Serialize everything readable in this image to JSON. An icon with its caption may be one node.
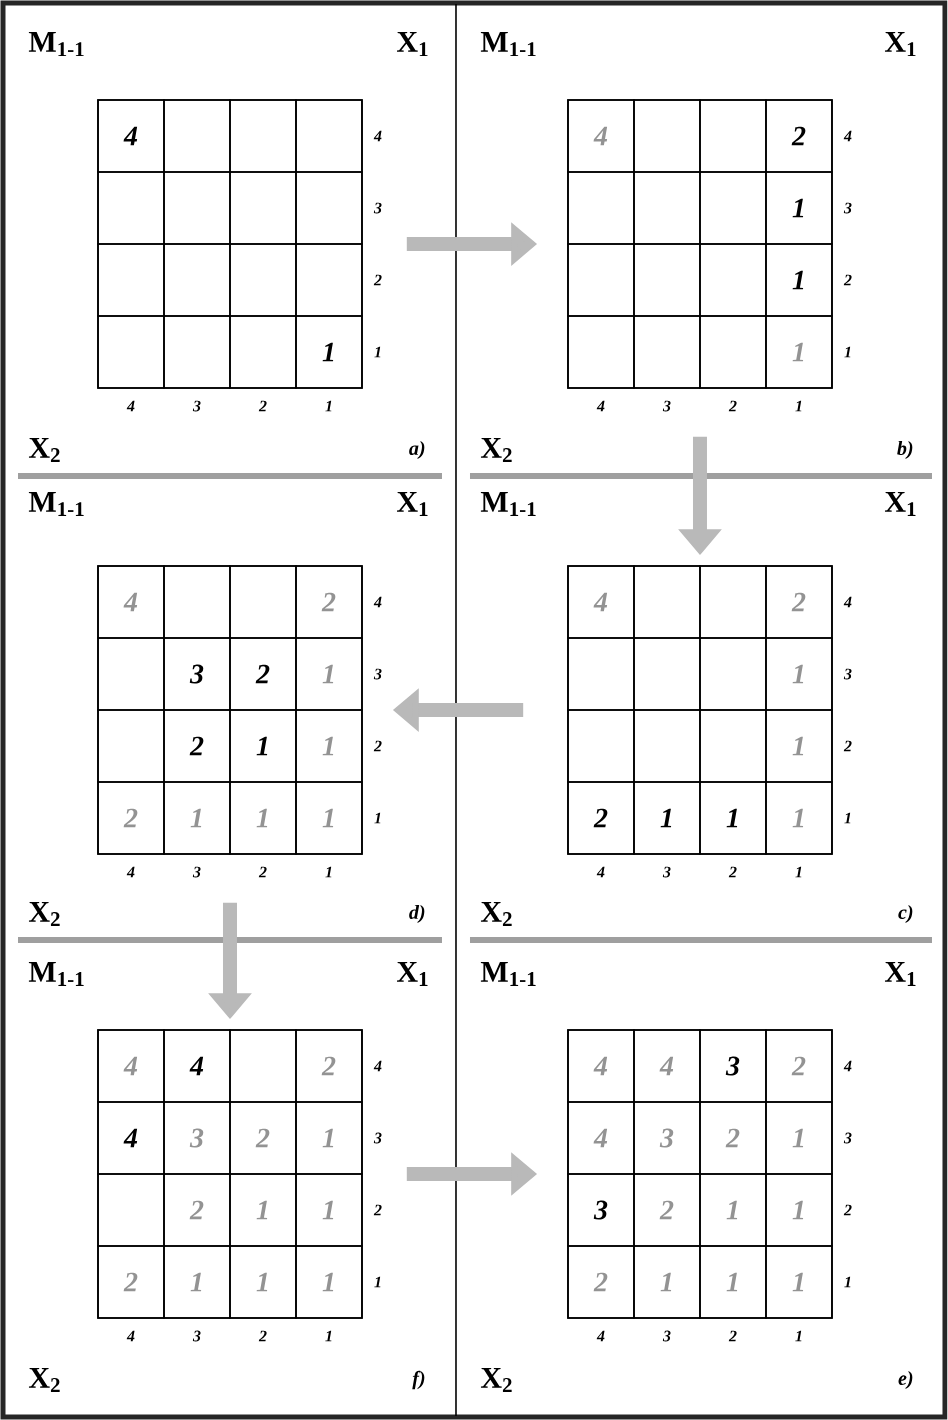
{
  "diagram": {
    "nodes": [
      {
        "text": [
          "M$_{1-1}$",
          "X$_{1}$",
          "X$_{2}$",
          "a)"
        ]
      },
      {
        "text": [],
        "shape": "box",
        "in": 0,
        "beside": [
          "4",
          "3",
          "2",
          "1",
          "4",
          "3",
          "2",
          "1"
        ]
      },
      {
        "text": [
          "4"
        ],
        "in": 1
      },
      {
        "text": [],
        "shape": "box",
        "in": 1
      },
      {
        "text": [],
        "shape": "box",
        "in": 1
      },
      {
        "text": [],
        "shape": "box",
        "in": 1
      },
      {
        "text": [],
        "shape": "box",
        "in": 1
      },
      {
        "text": [],
        "shape": "box",
        "in": 1
      },
      {
        "text": [],
        "shape": "box",
        "in": 1
      },
      {
        "text": [],
        "shape": "box",
        "in": 1
      },
      {
        "text": [],
        "shape": "box",
        "in": 1
      },
      {
        "text": [],
        "shape": "box",
        "in": 1
      },
      {
        "text": [],
        "shape": "box",
        "in": 1
      },
      {
        "text": [],
        "shape": "box",
        "in": 1
      },
      {
        "text": [],
        "shape": "box",
        "in": 1
      },
      {
        "text": [],
        "shape": "box",
        "in": 1
      },
      {
        "text": [],
        "shape": "box",
        "in": 1
      },
      {
        "text": [
          "1"
        ],
        "in": 1
      },
      {
        "text": [
          "M$_{1-1}$",
          "X$_{1}$",
          "X$_{2}$",
          "b)"
        ]
      },
      {
        "text": [],
        "shape": "box",
        "in": 18,
        "beside": [
          "4",
          "3",
          "2",
          "1",
          "4",
          "3",
          "2",
          "1"
        ]
      },
      {
        "text": [
          "4"
        ],
        "in": 19
      },
      {
        "text": [],
        "shape": "box",
        "in": 19
      },
      {
        "text": [],
        "shape": "box",
        "in": 19
      },
      {
        "text": [
          "2"
        ],
        "in": 19
      },
      {
        "text": [],
        "shape": "box",
        "in": 19
      },
      {
        "text": [],
        "shape": "box",
        "in": 19
      },
      {
        "text": [],
        "shape": "box",
        "in": 19
      },
      {
        "text": [
          "1"
        ],
        "in": 19
      },
      {
        "text": [],
        "shape": "box",
        "in": 19
      },
      {
        "text": [],
        "shape": "box",
        "in": 19
      },
      {
        "text": [],
        "shape": "box",
        "in": 19
      },
      {
        "text": [
          "1"
        ],
        "in": 19
      },
      {
        "text": [],
        "shape": "box",
        "in": 19
      },
      {
        "text": [],
        "shape": "box",
        "in": 19
      },
      {
        "text": [],
        "shape": "box",
        "in": 19
      },
      {
        "text": [
          "1"
        ],
        "in": 19
      },
      {
        "text": [
          "M$_{1-1}$",
          "X$_{1}$",
          "X$_{2}$",
          "d)"
        ]
      },
      {
        "text": [],
        "shape": "box",
        "in": 36,
        "beside": [
          "4",
          "3",
          "2",
          "1",
          "4",
          "3",
          "2",
          "1"
        ]
      },
      {
        "text": [
          "4"
        ],
        "in": 37
      },
      {
        "text": [],
        "shape": "box",
        "in": 37
      },
      {
        "text": [],
        "shape": "box",
        "in": 37
      },
      {
        "text": [
          "2"
        ],
        "in": 37
      },
      {
        "text": [],
        "shape": "box",
        "in": 37
      },
      {
        "text": [
          "3"
        ],
        "in": 37
      },
      {
        "text": [
          "2"
        ],
        "in": 37
      },
      {
        "text": [
          "1"
        ],
        "in": 37
      },
      {
        "text": [],
        "shape": "box",
        "in": 37
      },
      {
        "text": [
          "2"
        ],
        "in": 37
      },
      {
        "text": [
          "1"
        ],
        "in": 37
      },
      {
        "text": [
          "1"
        ],
        "in": 37
      },
      {
        "text": [
          "2"
        ],
        "in": 37
      },
      {
        "text": [
          "1"
        ],
        "in": 37
      },
      {
        "text": [
          "1"
        ],
        "in": 37
      },
      {
        "text": [
          "1"
        ],
        "in": 37
      },
      {
        "text": [
          "M$_{1-1}$",
          "X$_{1}$",
          "X$_{2}$",
          "c)"
        ]
      },
      {
        "text": [],
        "shape": "box",
        "in": 54,
        "beside": [
          "4",
          "3",
          "2",
          "1",
          "4",
          "3",
          "2",
          "1"
        ]
      },
      {
        "text": [
          "4"
        ],
        "in": 55
      },
      {
        "text": [],
        "shape": "box",
        "in": 55
      },
      {
        "text": [],
        "shape": "box",
        "in": 55
      },
      {
        "text": [
          "2"
        ],
        "in": 55
      },
      {
        "text": [],
        "shape": "box",
        "in": 55
      },
      {
        "text": [],
        "shape": "box",
        "in": 55
      },
      {
        "text": [],
        "shape": "box",
        "in": 55
      },
      {
        "text": [
          "1"
        ],
        "in": 55
      },
      {
        "text": [],
        "shape": "box",
        "in": 55
      },
      {
        "text": [],
        "shape": "box",
        "in": 55
      },
      {
        "text": [],
        "shape": "box",
        "in": 55
      },
      {
        "text": [
          "1"
        ],
        "in": 55
      },
      {
        "text": [
          "2"
        ],
        "in": 55
      },
      {
        "text": [
          "1"
        ],
        "in": 55
      },
      {
        "text": [
          "1"
        ],
        "in": 55
      },
      {
        "text": [
          "1"
        ],
        "in": 55
      },
      {
        "text": [
          "M$_{1-1}$",
          "X$_{1}$",
          "X$_{2}$",
          "f)"
        ]
      },
      {
        "text": [],
        "shape": "box",
        "in": 72,
        "beside": [
          "4",
          "3",
          "2",
          "1",
          "4",
          "3",
          "2",
          "1"
        ]
      },
      {
        "text": [
          "4"
        ],
        "in": 73
      },
      {
        "text": [
          "4"
        ],
        "in": 73
      },
      {
        "text": [],
        "shape": "box",
        "in": 73
      },
      {
        "text": [
          "2"
        ],
        "in": 73
      },
      {
        "text": [
          "4"
        ],
        "in": 73
      },
      {
        "text": [
          "3"
        ],
        "in": 73
      },
      {
        "text": [
          "2"
        ],
        "in": 73
      },
      {
        "text": [
          "1"
        ],
        "in": 73
      },
      {
        "text": [],
        "shape": "box",
        "in": 73
      },
      {
        "text": [
          "2"
        ],
        "in": 73
      },
      {
        "text": [
          "1"
        ],
        "in": 73
      },
      {
        "text": [
          "1"
        ],
        "in": 73
      },
      {
        "text": [
          "2"
        ],
        "in": 73
      },
      {
        "text": [
          "1"
        ],
        "in": 73
      },
      {
        "text": [
          "1"
        ],
        "in": 73
      },
      {
        "text": [
          "1"
        ],
        "in": 73
      },
      {
        "text": [
          "M$_{1-1}$",
          "X$_{1}$",
          "X$_{2}$",
          "e)"
        ]
      },
      {
        "text": [],
        "shape": "box",
        "in": 90,
        "beside": [
          "4",
          "3",
          "2",
          "1",
          "4",
          "3",
          "2",
          "1"
        ]
      },
      {
        "text": [
          "4"
        ],
        "in": 91
      },
      {
        "text": [
          "4"
        ],
        "in": 91
      },
      {
        "text": [
          "3"
        ],
        "in": 91
      },
      {
        "text": [
          "2"
        ],
        "in": 91
      },
      {
        "text": [
          "4"
        ],
        "in": 91
      },
      {
        "text": [
          "3"
        ],
        "in": 91
      },
      {
        "text": [
          "2"
        ],
        "in": 91
      },
      {
        "text": [
          "1"
        ],
        "in": 91
      },
      {
        "text": [
          "3"
        ],
        "in": 91
      },
      {
        "text": [
          "2"
        ],
        "in": 91
      },
      {
        "text": [
          "1"
        ],
        "in": 91
      },
      {
        "text": [
          "1"
        ],
        "in": 91
      },
      {
        "text": [
          "2"
        ],
        "in": 91
      },
      {
        "text": [
          "1"
        ],
        "in": 91
      },
      {
        "text": [
          "1"
        ],
        "in": 91
      },
      {
        "text": [
          "1"
        ],
        "in": 91
      }
    ],
    "edges": [
      {
        "from": 1,
        "to": 19,
        "arrow": "to"
      },
      {
        "from": 19,
        "to": 55,
        "arrow": "to"
      },
      {
        "from": 55,
        "to": 37,
        "arrow": "to"
      },
      {
        "from": 37,
        "to": 73,
        "arrow": "to"
      },
      {
        "from": 73,
        "to": 91,
        "arrow": "to"
      }
    ]
  }
}
